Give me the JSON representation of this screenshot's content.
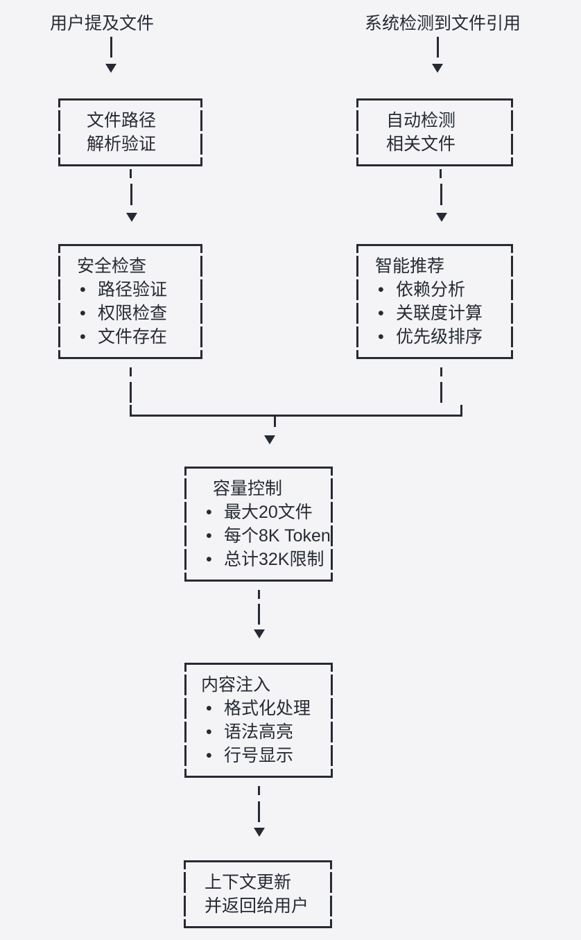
{
  "colors": {
    "background": "#f4f4f6",
    "ink": "#262a33"
  },
  "icons": {
    "bullet": "•",
    "arrow_down": "triangle-down"
  },
  "entry_labels": {
    "user": "用户提及文件",
    "system": "系统检测到文件引用"
  },
  "boxes": {
    "file_path_validation": {
      "lines": [
        "文件路径",
        "解析验证"
      ]
    },
    "auto_detection": {
      "lines": [
        "自动检测",
        "相关文件"
      ]
    },
    "security_check": {
      "title": "安全检查",
      "items": [
        "路径验证",
        "权限检查",
        "文件存在"
      ]
    },
    "smart_recommendation": {
      "title": "智能推荐",
      "items": [
        "依赖分析",
        "关联度计算",
        "优先级排序"
      ]
    },
    "capacity_control": {
      "title": "容量控制",
      "items": [
        "最大20文件",
        "每个8K Token",
        "总计32K限制"
      ]
    },
    "content_injection": {
      "title": "内容注入",
      "items": [
        "格式化处理",
        "语法高亮",
        "行号显示"
      ]
    },
    "context_update": {
      "lines": [
        "上下文更新",
        "并返回给用户"
      ]
    }
  }
}
